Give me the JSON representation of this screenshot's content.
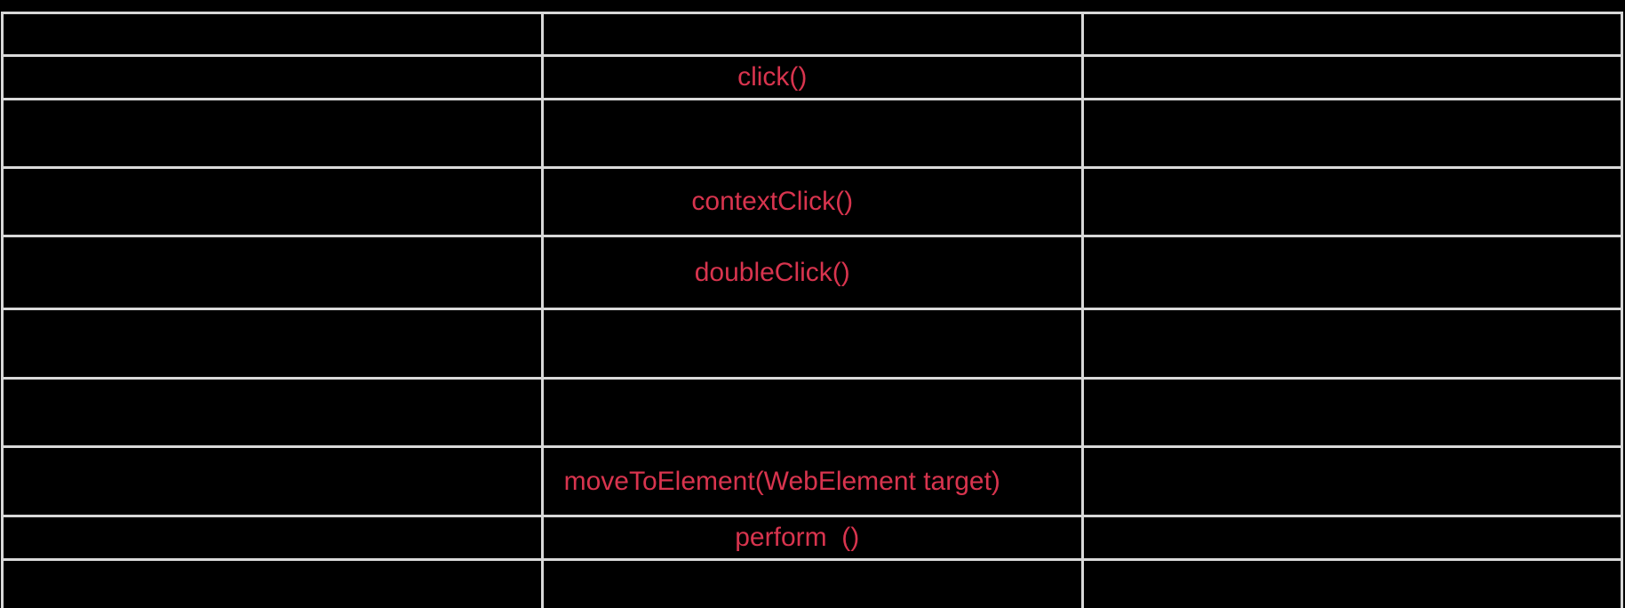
{
  "page": {
    "background_color": "#000000"
  },
  "table": {
    "border_color": "#d9d9d9",
    "method_color": "#d8344e",
    "columns": 3,
    "rows": [
      {
        "cells": [
          "",
          "",
          ""
        ]
      },
      {
        "cells": [
          "",
          "click()",
          ""
        ]
      },
      {
        "cells": [
          "",
          "",
          ""
        ]
      },
      {
        "cells": [
          "",
          "contextClick()",
          ""
        ]
      },
      {
        "cells": [
          "",
          "doubleClick()",
          ""
        ]
      },
      {
        "cells": [
          "",
          "",
          ""
        ]
      },
      {
        "cells": [
          "",
          "",
          ""
        ]
      },
      {
        "cells": [
          "",
          "moveToElement(WebElement target)",
          ""
        ]
      },
      {
        "cells": [
          "",
          "perform  ()",
          ""
        ]
      },
      {
        "cells": [
          "",
          "",
          ""
        ]
      }
    ]
  }
}
